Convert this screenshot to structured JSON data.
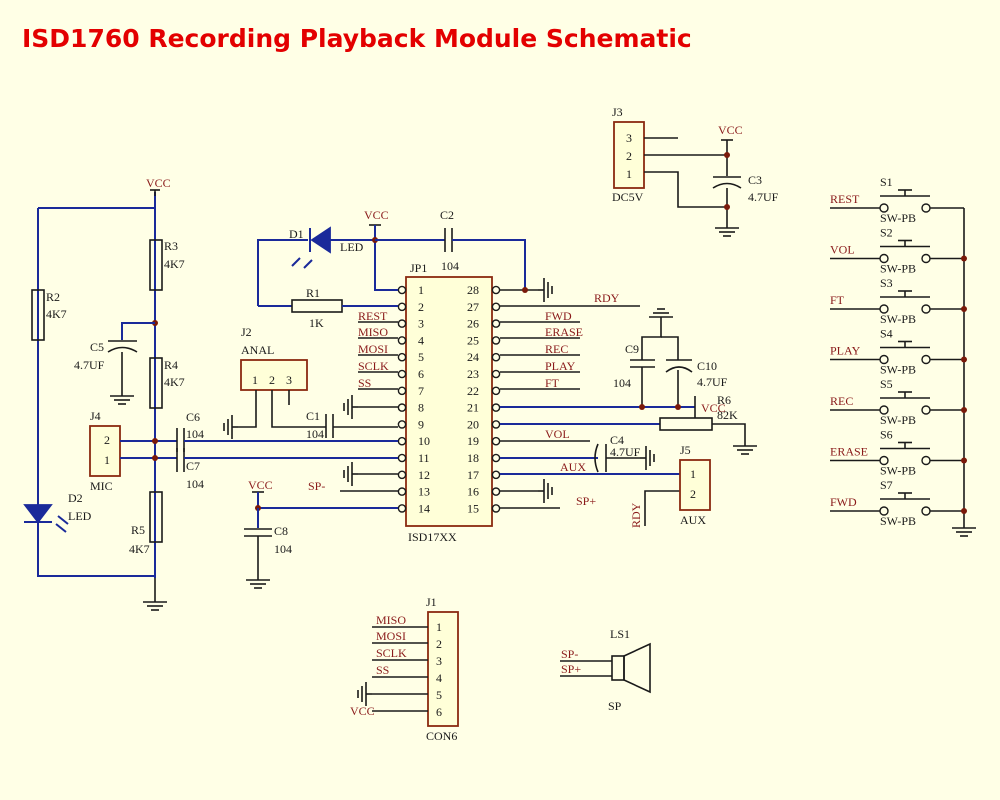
{
  "title": "ISD1760 Recording Playback Module Schematic",
  "nets": {
    "vcc": "VCC",
    "rest": "REST",
    "miso": "MISO",
    "mosi": "MOSI",
    "sclk": "SCLK",
    "ss": "SS",
    "fwd": "FWD",
    "erase": "ERASE",
    "rec": "REC",
    "play": "PLAY",
    "ft": "FT",
    "vol": "VOL",
    "rdy": "RDY",
    "aux": "AUX",
    "spp": "SP+",
    "spm": "SP-"
  },
  "ic": {
    "ref": "JP1",
    "part": "ISD17XX",
    "left_pins": [
      "1",
      "2",
      "3",
      "4",
      "5",
      "6",
      "7",
      "8",
      "9",
      "10",
      "11",
      "12",
      "13",
      "14"
    ],
    "right_pins": [
      "28",
      "27",
      "26",
      "25",
      "24",
      "23",
      "22",
      "21",
      "20",
      "19",
      "18",
      "17",
      "16",
      "15"
    ]
  },
  "parts": {
    "R1": {
      "ref": "R1",
      "value": "1K"
    },
    "R2": {
      "ref": "R2",
      "value": "4K7"
    },
    "R3": {
      "ref": "R3",
      "value": "4K7"
    },
    "R4": {
      "ref": "R4",
      "value": "4K7"
    },
    "R5": {
      "ref": "R5",
      "value": "4K7"
    },
    "R6": {
      "ref": "R6",
      "value": "82K"
    },
    "C1": {
      "ref": "C1",
      "value": "104"
    },
    "C2": {
      "ref": "C2",
      "value": "104"
    },
    "C3": {
      "ref": "C3",
      "value": "4.7UF"
    },
    "C4": {
      "ref": "C4",
      "value": "4.7UF"
    },
    "C5": {
      "ref": "C5",
      "value": "4.7UF"
    },
    "C6": {
      "ref": "C6",
      "value": "104"
    },
    "C7": {
      "ref": "C7",
      "value": "104"
    },
    "C8": {
      "ref": "C8",
      "value": "104"
    },
    "C9": {
      "ref": "C9",
      "value": "104"
    },
    "C10": {
      "ref": "C10",
      "value": "4.7UF"
    },
    "D1": {
      "ref": "D1",
      "value": "LED"
    },
    "D2": {
      "ref": "D2",
      "value": "LED"
    },
    "J2": {
      "ref": "J2",
      "value": "ANAL",
      "pins": [
        "1",
        "2",
        "3"
      ]
    },
    "J3": {
      "ref": "J3",
      "value": "DC5V",
      "pins": [
        "3",
        "2",
        "1"
      ]
    },
    "J4": {
      "ref": "J4",
      "value": "MIC",
      "pins": [
        "2",
        "1"
      ]
    },
    "J5": {
      "ref": "J5",
      "value": "AUX",
      "pins": [
        "1",
        "2"
      ]
    },
    "J1": {
      "ref": "J1",
      "value": "CON6",
      "pins": [
        "1",
        "2",
        "3",
        "4",
        "5",
        "6"
      ]
    },
    "LS1": {
      "ref": "LS1",
      "value": "SP"
    }
  },
  "switches": [
    {
      "ref": "S1",
      "value": "SW-PB",
      "net": "REST"
    },
    {
      "ref": "S2",
      "value": "SW-PB",
      "net": "VOL"
    },
    {
      "ref": "S3",
      "value": "SW-PB",
      "net": "FT"
    },
    {
      "ref": "S4",
      "value": "SW-PB",
      "net": "PLAY"
    },
    {
      "ref": "S5",
      "value": "SW-PB",
      "net": "REC"
    },
    {
      "ref": "S6",
      "value": "SW-PB",
      "net": "ERASE"
    },
    {
      "ref": "S7",
      "value": "SW-PB",
      "net": "FWD"
    }
  ]
}
